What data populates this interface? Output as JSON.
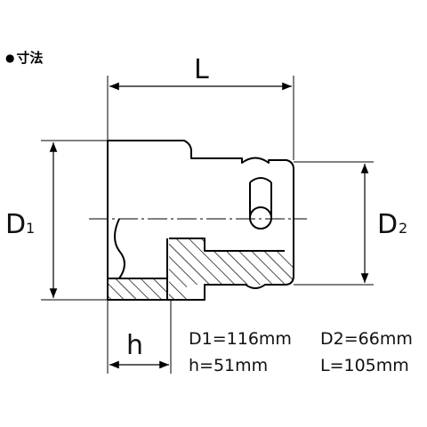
{
  "heading": {
    "bullet": "●",
    "text": "寸法"
  },
  "labels": {
    "L": "L",
    "D1": "D",
    "D1_sub": "1",
    "D2": "D",
    "D2_sub": "2",
    "h": "h"
  },
  "specs": {
    "d1": "D1=116mm",
    "d2": "D2=66mm",
    "h": "h=51mm",
    "l": "L=105mm"
  },
  "colors": {
    "line": "#000000",
    "section": "#000000"
  }
}
